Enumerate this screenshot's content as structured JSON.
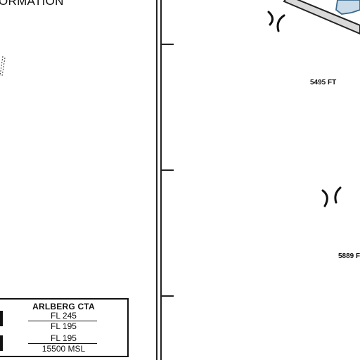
{
  "header": {
    "text": "ORMATION"
  },
  "map": {
    "elevations": [
      {
        "id": "elev-1",
        "label": "5495 FT"
      },
      {
        "id": "elev-2",
        "label": "5889 F"
      }
    ],
    "symbols": [
      "pass-icon",
      "pass-icon"
    ],
    "colors": {
      "ink": "#111111",
      "lake_fill": "#c9dbe8",
      "lake_stroke": "#3a6a8c",
      "road_fill": "#d9d9d9"
    }
  },
  "airspace": {
    "name": "ARLBERG CTA",
    "rows": [
      {
        "upper": "FL 245",
        "lower": "FL 195"
      },
      {
        "upper": "FL 195",
        "lower": "15500 MSL"
      }
    ]
  }
}
